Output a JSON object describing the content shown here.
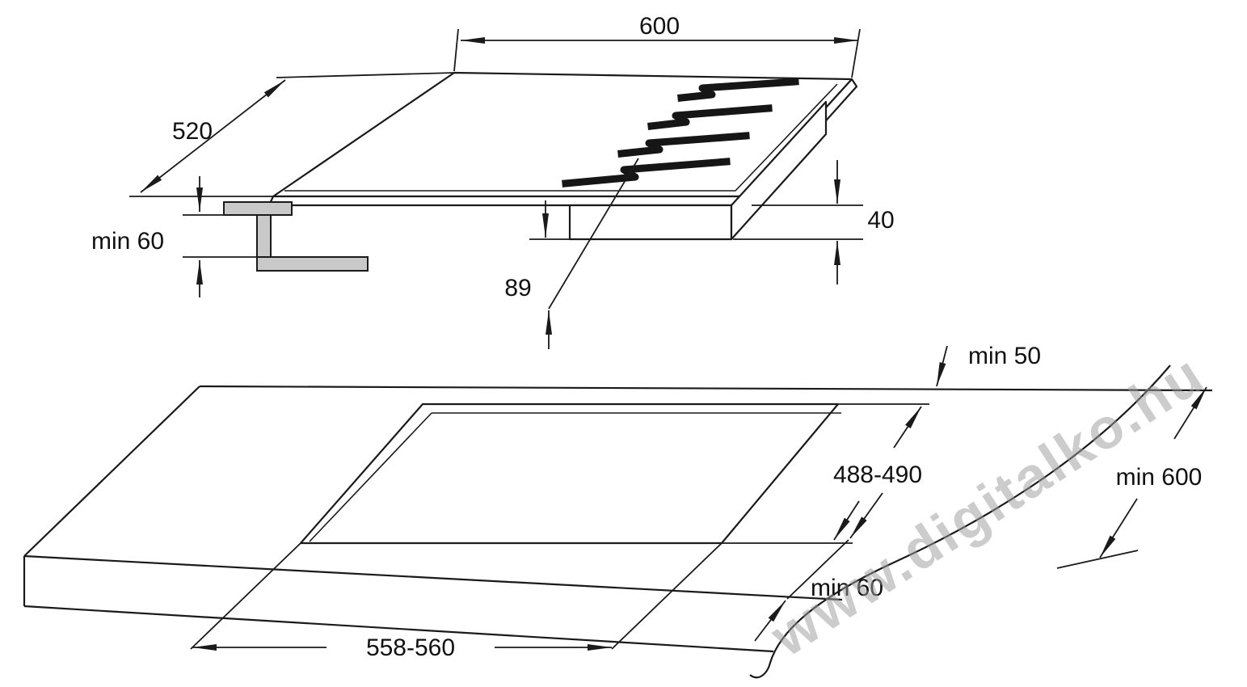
{
  "colors": {
    "line": "#1a1a1a",
    "bracket_fill": "#c9c9c9",
    "watermark": "#9a9a9a"
  },
  "hob_view": {
    "dims": {
      "width": "600",
      "depth": "520",
      "min_clearance_below": "min 60",
      "rim_height": "40",
      "built_in_depth": "89"
    }
  },
  "worktop_view": {
    "dims": {
      "rear_edge_distance": "min 50",
      "cutout_depth": "488-490",
      "worktop_depth": "min 600",
      "front_edge_distance": "min 60",
      "cutout_width": "558-560"
    }
  },
  "watermark": {
    "text": "www.digitalko.hu"
  }
}
